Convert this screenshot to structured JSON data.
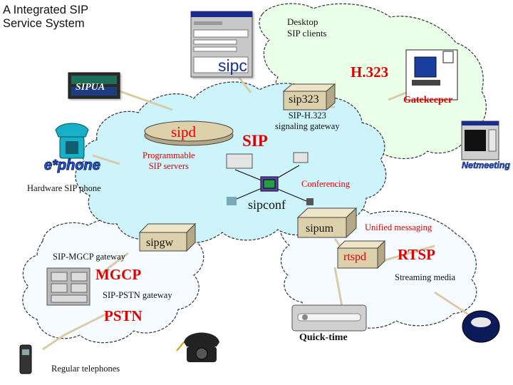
{
  "title": "A Integrated SIP Service System",
  "title_lines": [
    "A Integrated SIP",
    "Service System"
  ],
  "desktop_clients": [
    "Desktop",
    "SIP clients"
  ],
  "sipc": "sipc",
  "h323": "H.323",
  "sipua": "SIPUA",
  "sip323": "sip323",
  "gatekeeper": "Gatekeeper",
  "sip_h323_gateway": [
    "SIP-H.323",
    "signaling gateway"
  ],
  "sipd": "sipd",
  "sip": "SIP",
  "programmable": [
    "Programmable",
    "SIP servers"
  ],
  "ephone": "e*phone",
  "netmeeting": "Netmeeting",
  "conferencing": "Conferencing",
  "hardware_phone": "Hardware SIP phone",
  "sipconf": "sipconf",
  "sipum": "sipum",
  "unified_messaging": "Unified messaging",
  "sipgw": "sipgw",
  "sip_mgcp_gateway": "SIP-MGCP gateway",
  "rtspd": "rtspd",
  "rtsp": "RTSP",
  "mgcp": "MGCP",
  "streaming": "Streaming media",
  "sip_pstn_gateway": "SIP-PSTN gateway",
  "pstn": "PSTN",
  "quicktime": "Quick-time",
  "regular_telephones": "Regular telephones",
  "colors": {
    "cloud_cyan": "#cdf3fb",
    "cloud_white": "#f6fbff",
    "cloud_green": "#eaffe8",
    "box_tan": "#ddd1ac",
    "label_red": "#e00000",
    "link_beige": "#d8cca8"
  }
}
